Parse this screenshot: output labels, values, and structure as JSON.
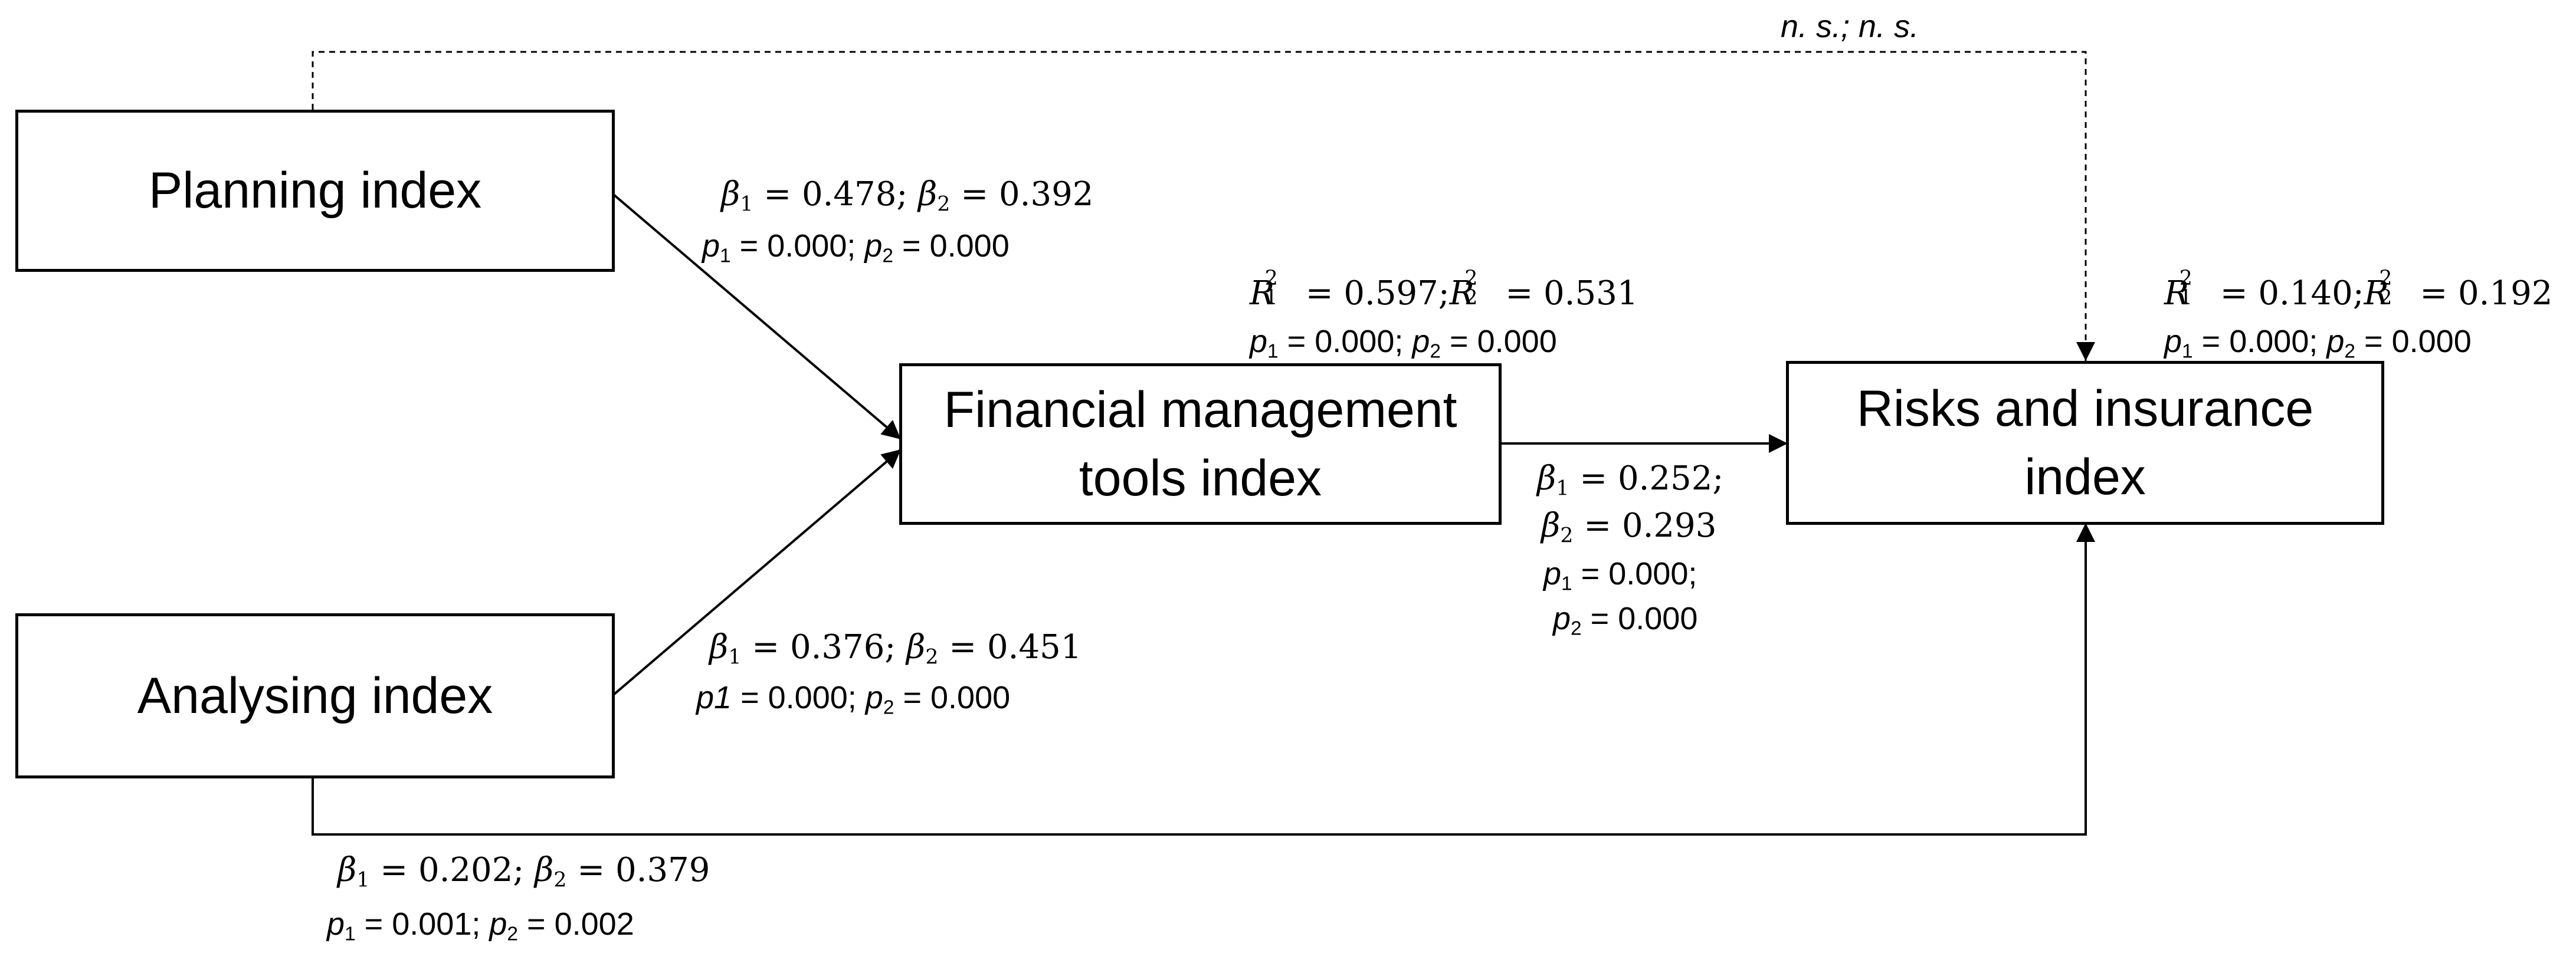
{
  "nodes": {
    "planning": "Planning index",
    "analysing": "Analysing index",
    "financial_line1": "Financial management",
    "financial_line2": "tools index",
    "risks_line1": "Risks and insurance",
    "risks_line2": "index"
  },
  "paths": {
    "planning_to_financial": {
      "beta1": "0.478",
      "beta2": "0.392",
      "p1_symbol": "p",
      "p1_sub": "1",
      "p1": "0.000",
      "p2_sub": "2",
      "p2": "0.000"
    },
    "analysing_to_financial": {
      "beta1": "0.376",
      "beta2": "0.451",
      "p1_symbol": "p1",
      "p1": "0.000",
      "p2_sub": "2",
      "p2": "0.000"
    },
    "financial_to_risks": {
      "beta1": "0.252",
      "beta2": "0.293",
      "p1_sub": "1",
      "p1": "0.000",
      "p2_sub": "2",
      "p2": "0.000"
    },
    "analysing_to_risks": {
      "beta1": "0.202",
      "beta2": "0.379",
      "p1_sub": "1",
      "p1": "0.001",
      "p2_sub": "2",
      "p2": "0.002"
    },
    "planning_to_risks": {
      "label": "n. s.; n. s."
    }
  },
  "r_squared": {
    "financial": {
      "r1": "0.597",
      "r2": "0.531",
      "p1": "0.000",
      "p2": "0.000"
    },
    "risks": {
      "r1": "0.140",
      "r2": "0.192",
      "p1": "0.000",
      "p2": "0.000"
    }
  },
  "symbols": {
    "beta": "β",
    "r": "R",
    "p": "p",
    "sq": "2",
    "one": "1",
    "two": "2",
    "eq": " = ",
    "sep": "; ",
    "semi": ";"
  },
  "colors": {
    "line": "#000000",
    "box_fill": "#ffffff",
    "background": "#ffffff"
  }
}
